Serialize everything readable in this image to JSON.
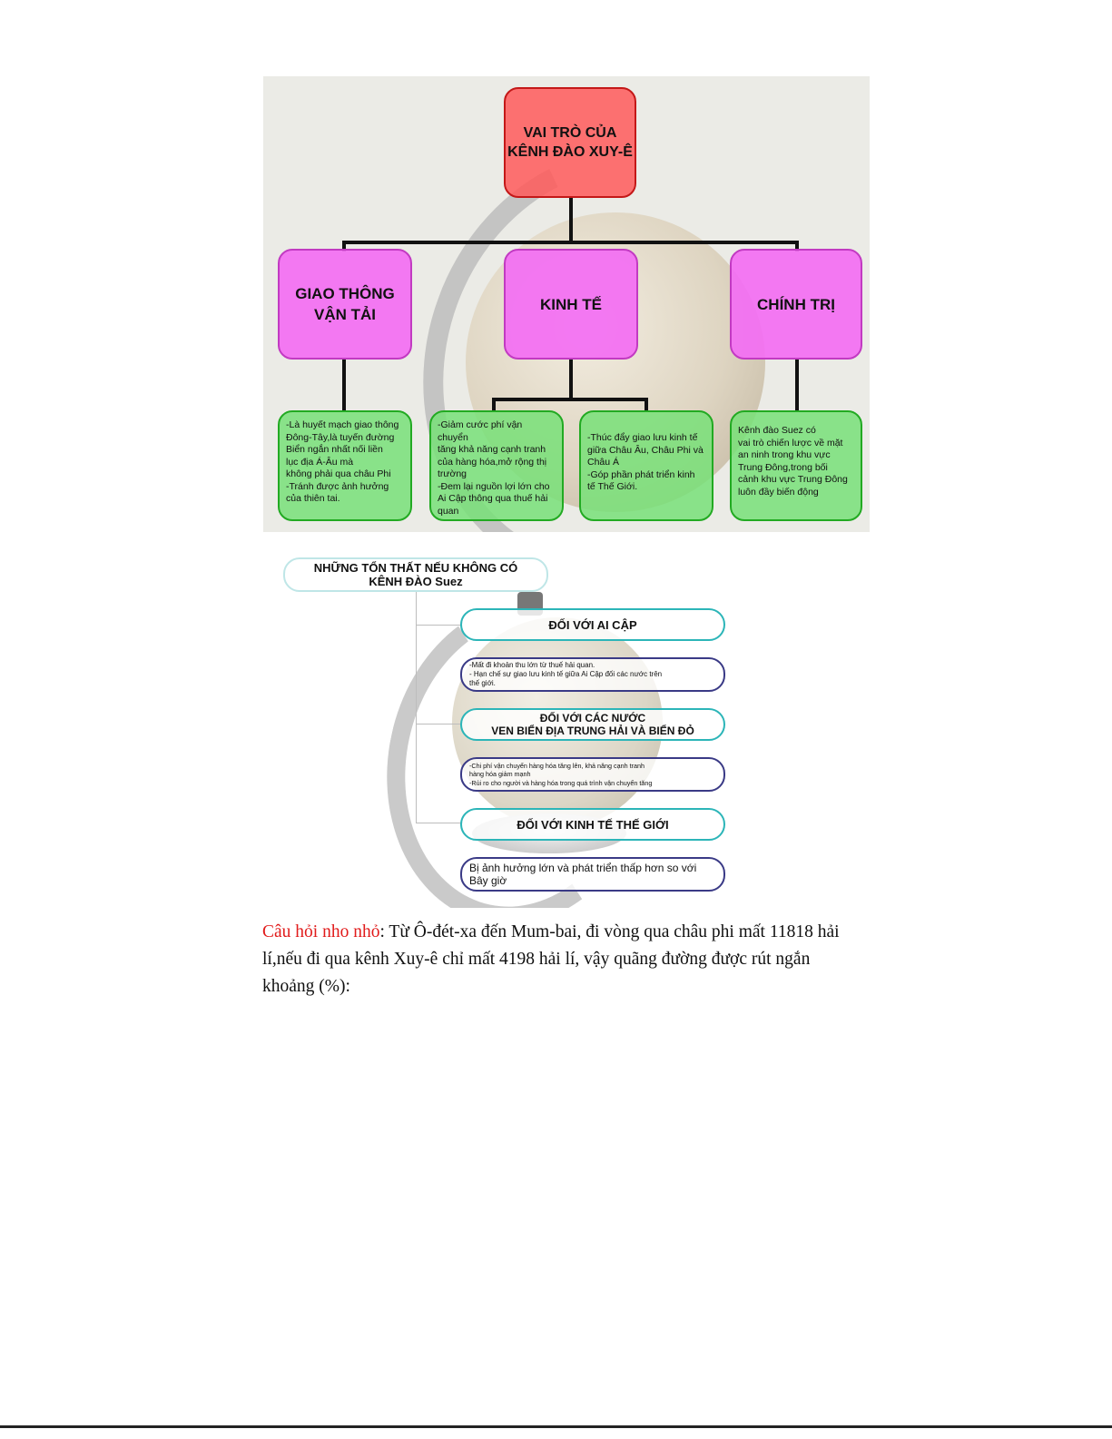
{
  "figure1": {
    "root": "VAI TRÒ CỦA\nKÊNH ĐÀO XUY-Ê",
    "categories": [
      {
        "title": "GIAO THÔNG\nVẬN TẢI"
      },
      {
        "title": "KINH TẾ"
      },
      {
        "title": "CHÍNH TRỊ"
      }
    ],
    "details": [
      "-Là huyết mạch giao thông\nĐông-Tây,là tuyến đường\nBiển ngắn nhất nối liền\nlục địa Á-Âu mà\nkhông phải qua châu Phi\n-Tránh được ảnh hưởng\ncủa thiên tai.",
      "-Giảm cước phí vận chuyển\ntăng khả năng cạnh tranh\ncủa hàng hóa,mở rộng thị\ntrường\n-Đem lại nguồn lợi lớn cho\nAi Cập thông qua thuế hải\nquan",
      "-Thúc đẩy giao lưu kinh tế\ngiữa Châu Âu, Châu Phi và\nChâu Á\n-Góp phần phát triển kinh\ntế Thế Giới.",
      "Kênh đào Suez có\nvai trò chiến lược về mặt\nan ninh trong khu vực\nTrung Đông,trong bối\ncảnh khu vực Trung Đông\nluôn đầy biến động"
    ]
  },
  "figure2": {
    "title": "NHỮNG TỔN THẤT NẾU KHÔNG CÓ\nKÊNH ĐÀO Suez",
    "sections": [
      {
        "heading": "ĐỐI VỚI AI CẬP",
        "detail": "-Mất đi khoản thu lớn từ thuế hải quan.\n- Hạn chế sự giao lưu kinh tế giữa Ai Cập đối các nước trên\nthế giới."
      },
      {
        "heading": "ĐỐI VỚI CÁC NƯỚC\nVEN BIỂN ĐỊA TRUNG HẢI VÀ BIỂN ĐỎ",
        "detail": "-Chi phí vận chuyển hàng hóa tăng lên, khả năng cạnh tranh\nhàng hóa giảm mạnh\n-Rủi ro cho người và hàng hóa trong quá trình vận chuyển tăng"
      },
      {
        "heading": "ĐỐI VỚI KINH TẾ THẾ GIỚI",
        "detail": "Bị ảnh hưởng lớn và phát triển thấp hơn so với\nBây giờ"
      }
    ]
  },
  "question": {
    "label": "Câu hỏi nho nhỏ",
    "text": ": Từ Ô-đét-xa đến Mum-bai, đi vòng qua châu phi mất 11818 hải lí,nếu đi qua kênh Xuy-ê chỉ mất 4198 hải lí, vậy quãng đường được rút ngắn khoảng (%):"
  }
}
